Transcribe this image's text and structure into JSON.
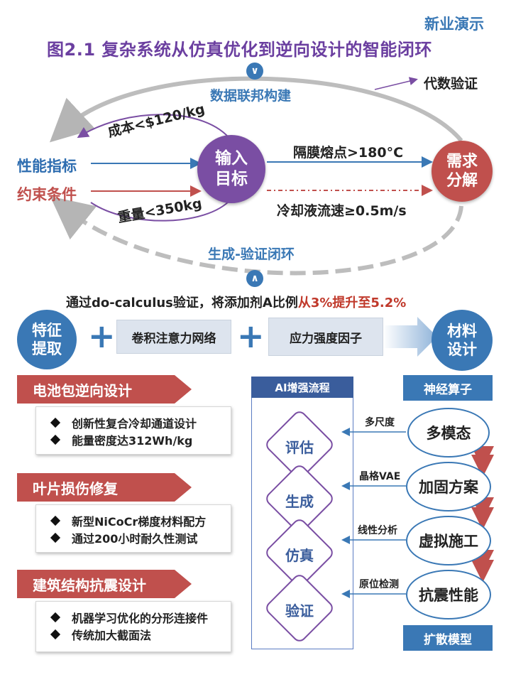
{
  "corner_tag": "新业演示",
  "figure_title": "图2.1  复杂系统从仿真优化到逆向设计的智能闭环",
  "loop": {
    "top_label": "数据联邦构建",
    "bottom_label": "生成-验证闭环",
    "side_label": "代数验证",
    "upper_arc_label": "成本<$120/kg",
    "lower_arc_label": "重量<350kg"
  },
  "inputs": {
    "performance": "性能指标",
    "constraint": "约束条件"
  },
  "input_node": {
    "line1": "输入",
    "line2": "目标"
  },
  "demand_node": {
    "line1": "需求",
    "line2": "分解"
  },
  "requirements": {
    "membrane": "隔膜熔点>180°C",
    "coolant": "冷却液流速≥0.5m/s"
  },
  "do_calculus": {
    "prefix": "通过do-calculus验证，将添加剂A比例",
    "highlight": "从3%提升至5.2%"
  },
  "pipeline": {
    "feature_line1": "特征",
    "feature_line2": "提取",
    "conv_attention": "卷积注意力网络",
    "stress_factor": "应力强度因子",
    "material_line1": "材料",
    "material_line2": "设计"
  },
  "applications": [
    {
      "title": "电池包逆向设计",
      "bullets": [
        "创新性复合冷却通道设计",
        "能量密度达312Wh/kg"
      ]
    },
    {
      "title": "叶片损伤修复",
      "bullets": [
        "新型NiCoCr梯度材料配方",
        "通过200小时耐久性测试"
      ]
    },
    {
      "title": "建筑结构抗震设计",
      "bullets": [
        "机器学习优化的分形连接件",
        "传统加大截面法"
      ]
    }
  ],
  "ai_flow": {
    "title": "AI增强流程",
    "steps": [
      "评估",
      "生成",
      "仿真",
      "验证"
    ]
  },
  "right_nodes": {
    "top_tag": "神经算子",
    "bottom_tag": "扩散模型",
    "items": [
      {
        "label": "多模态",
        "link": "多尺度"
      },
      {
        "label": "加固方案",
        "link": "晶格VAE"
      },
      {
        "label": "虚拟施工",
        "link": "线性分析"
      },
      {
        "label": "抗震性能",
        "link": "原位检测"
      }
    ]
  },
  "colors": {
    "blue": "#3a78b5",
    "purple": "#7a4ea3",
    "red": "#c0504d",
    "navy": "#3a5d9c"
  }
}
